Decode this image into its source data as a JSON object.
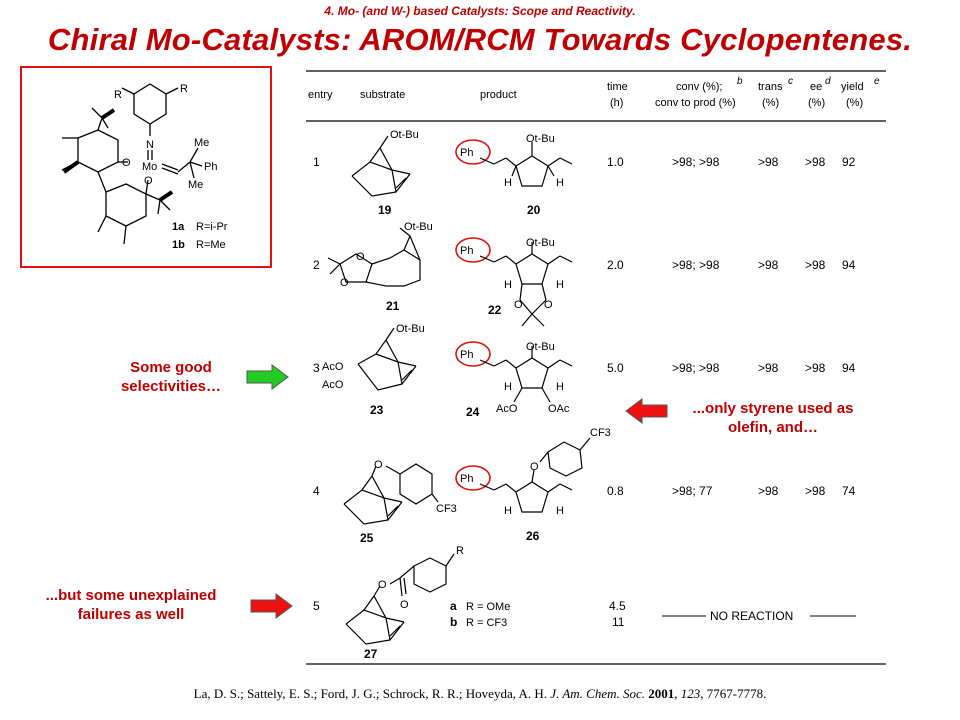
{
  "header": {
    "subtitle": "4. Mo- (and W-) based Catalysts:  Scope and Reactivity.",
    "title": "Chiral Mo-Catalysts: AROM/RCM Towards Cyclopentenes."
  },
  "catalyst": {
    "labels": {
      "r": "R",
      "n": "N",
      "mo": "Mo",
      "o": "O",
      "me": "Me",
      "ph": "Ph"
    },
    "variants": [
      {
        "id": "1a",
        "desc": "R=i-Pr"
      },
      {
        "id": "1b",
        "desc": "R=Me"
      }
    ]
  },
  "table": {
    "headers": {
      "entry": "entry",
      "substrate": "substrate",
      "product": "product",
      "time_1": "time",
      "time_2": "(h)",
      "conv_1": "conv (%);",
      "conv_2": "conv to prod (%)",
      "trans_1": "trans",
      "trans_2": "(%)",
      "ee_1": "ee",
      "ee_2": "(%)",
      "yield_1": "yield",
      "yield_2": "(%)",
      "foot_b": "b",
      "foot_c": "c",
      "foot_d": "d",
      "foot_e": "e"
    },
    "chem_labels": {
      "otbu": "Ot-Bu",
      "o_tbu": "O",
      "tbu": "t-Bu",
      "ph": "Ph",
      "h": "H",
      "o": "O",
      "aco": "AcO",
      "oac": "OAc",
      "cf3": "CF3",
      "r": "R",
      "r_ome": "R = OMe",
      "r_cf3": "R = CF3",
      "a": "a",
      "b": "b"
    },
    "rows": [
      {
        "entry": "1",
        "substrate": "19",
        "product": "20",
        "time": "1.0",
        "conv": ">98; >98",
        "trans": ">98",
        "ee": ">98",
        "yield": "92"
      },
      {
        "entry": "2",
        "substrate": "21",
        "product": "22",
        "time": "2.0",
        "conv": ">98; >98",
        "trans": ">98",
        "ee": ">98",
        "yield": "94"
      },
      {
        "entry": "3",
        "substrate": "23",
        "product": "24",
        "time": "5.0",
        "conv": ">98; >98",
        "trans": ">98",
        "ee": ">98",
        "yield": "94"
      },
      {
        "entry": "4",
        "substrate": "25",
        "product": "26",
        "time": "0.8",
        "conv": ">98; 77",
        "trans": ">98",
        "ee": ">98",
        "yield": "74"
      },
      {
        "entry": "5",
        "substrate": "27",
        "product": "",
        "time_a": "4.5",
        "time_b": "11",
        "no_reaction": "NO REACTION"
      }
    ]
  },
  "annotations": {
    "good_1": "Some good",
    "good_2": "selectivities…",
    "styrene_1": "...only styrene used as",
    "styrene_2": "olefin, and…",
    "fail_1": "...but some unexplained",
    "fail_2": "failures as well"
  },
  "citation": {
    "authors": "La, D. S.; Sattely, E. S.; Ford, J. G.; Schrock, R. R.; Hoveyda, A. H. ",
    "journal": "J. Am. Chem. Soc.",
    "year": "2001",
    "volume": "123",
    "pages": ", 7767-7778."
  },
  "colors": {
    "title_red": "#c00000",
    "box_red": "#e01010",
    "arrow_green": "#22cc22",
    "arrow_red": "#ee1111"
  }
}
